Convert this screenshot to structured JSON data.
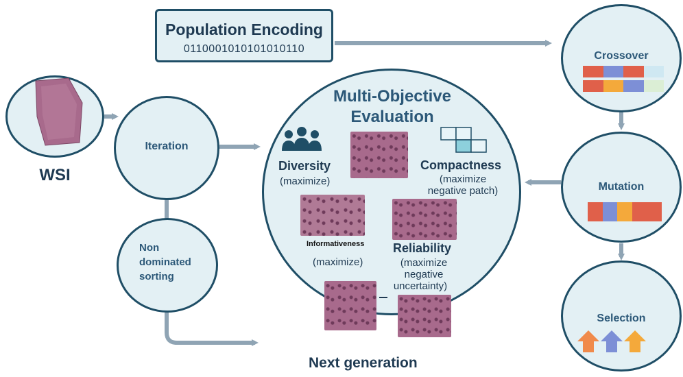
{
  "population": {
    "title": "Population Encoding",
    "bits": "0110001010101010110"
  },
  "wsi": {
    "label": "WSI"
  },
  "iteration": {
    "label": "Iteration"
  },
  "nds": {
    "line1": "Non",
    "line2": "dominated",
    "line3": "sorting"
  },
  "evaluation": {
    "title_line1": "Multi-Objective",
    "title_line2": "Evaluation",
    "diversity": {
      "name": "Diversity",
      "note": "(maximize)"
    },
    "compactness": {
      "name": "Compactness",
      "note1": "(maximize",
      "note2": "negative patch)"
    },
    "informativeness": {
      "name": "Informativeness",
      "note": "(maximize)"
    },
    "reliability": {
      "name": "Reliability",
      "note1": "(maximize",
      "note2": "negative",
      "note3": "uncertainty)"
    }
  },
  "crossover": {
    "label": "Crossover"
  },
  "mutation": {
    "label": "Mutation"
  },
  "selection": {
    "label": "Selection"
  },
  "next_generation": {
    "label": "Next generation"
  },
  "colors": {
    "border": "#1f4e66",
    "fill": "#e3f0f4",
    "arrow": "#8fa4b4",
    "tissue": "#a86a8c",
    "gene_red": "#e0604a",
    "gene_blue": "#7d8fd6",
    "gene_orange": "#f4a93b",
    "gene_lightblue": "#cfe8f2",
    "gene_lightgreen": "#dbeed5"
  }
}
